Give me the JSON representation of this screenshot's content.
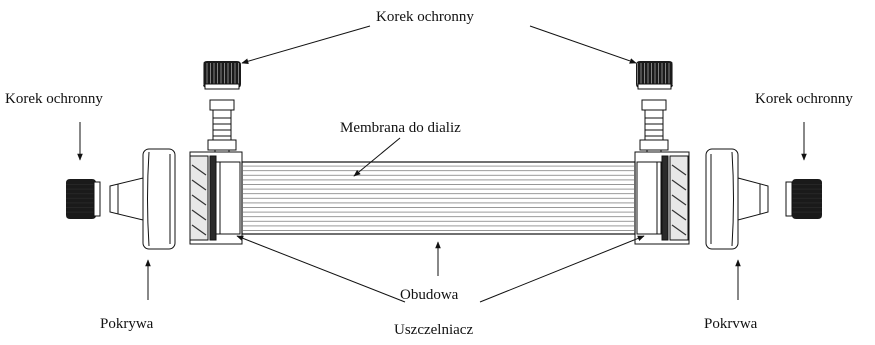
{
  "labels": {
    "top_cap": "Korek ochronny",
    "left_cap": "Korek ochronny",
    "right_cap": "Korek ochronny",
    "membrane": "Membrana do dializ",
    "housing": "Obudowa",
    "seal": "Uszczelniacz",
    "left_cover": "Pokrywa",
    "right_cover": "Pokrvwa"
  }
}
